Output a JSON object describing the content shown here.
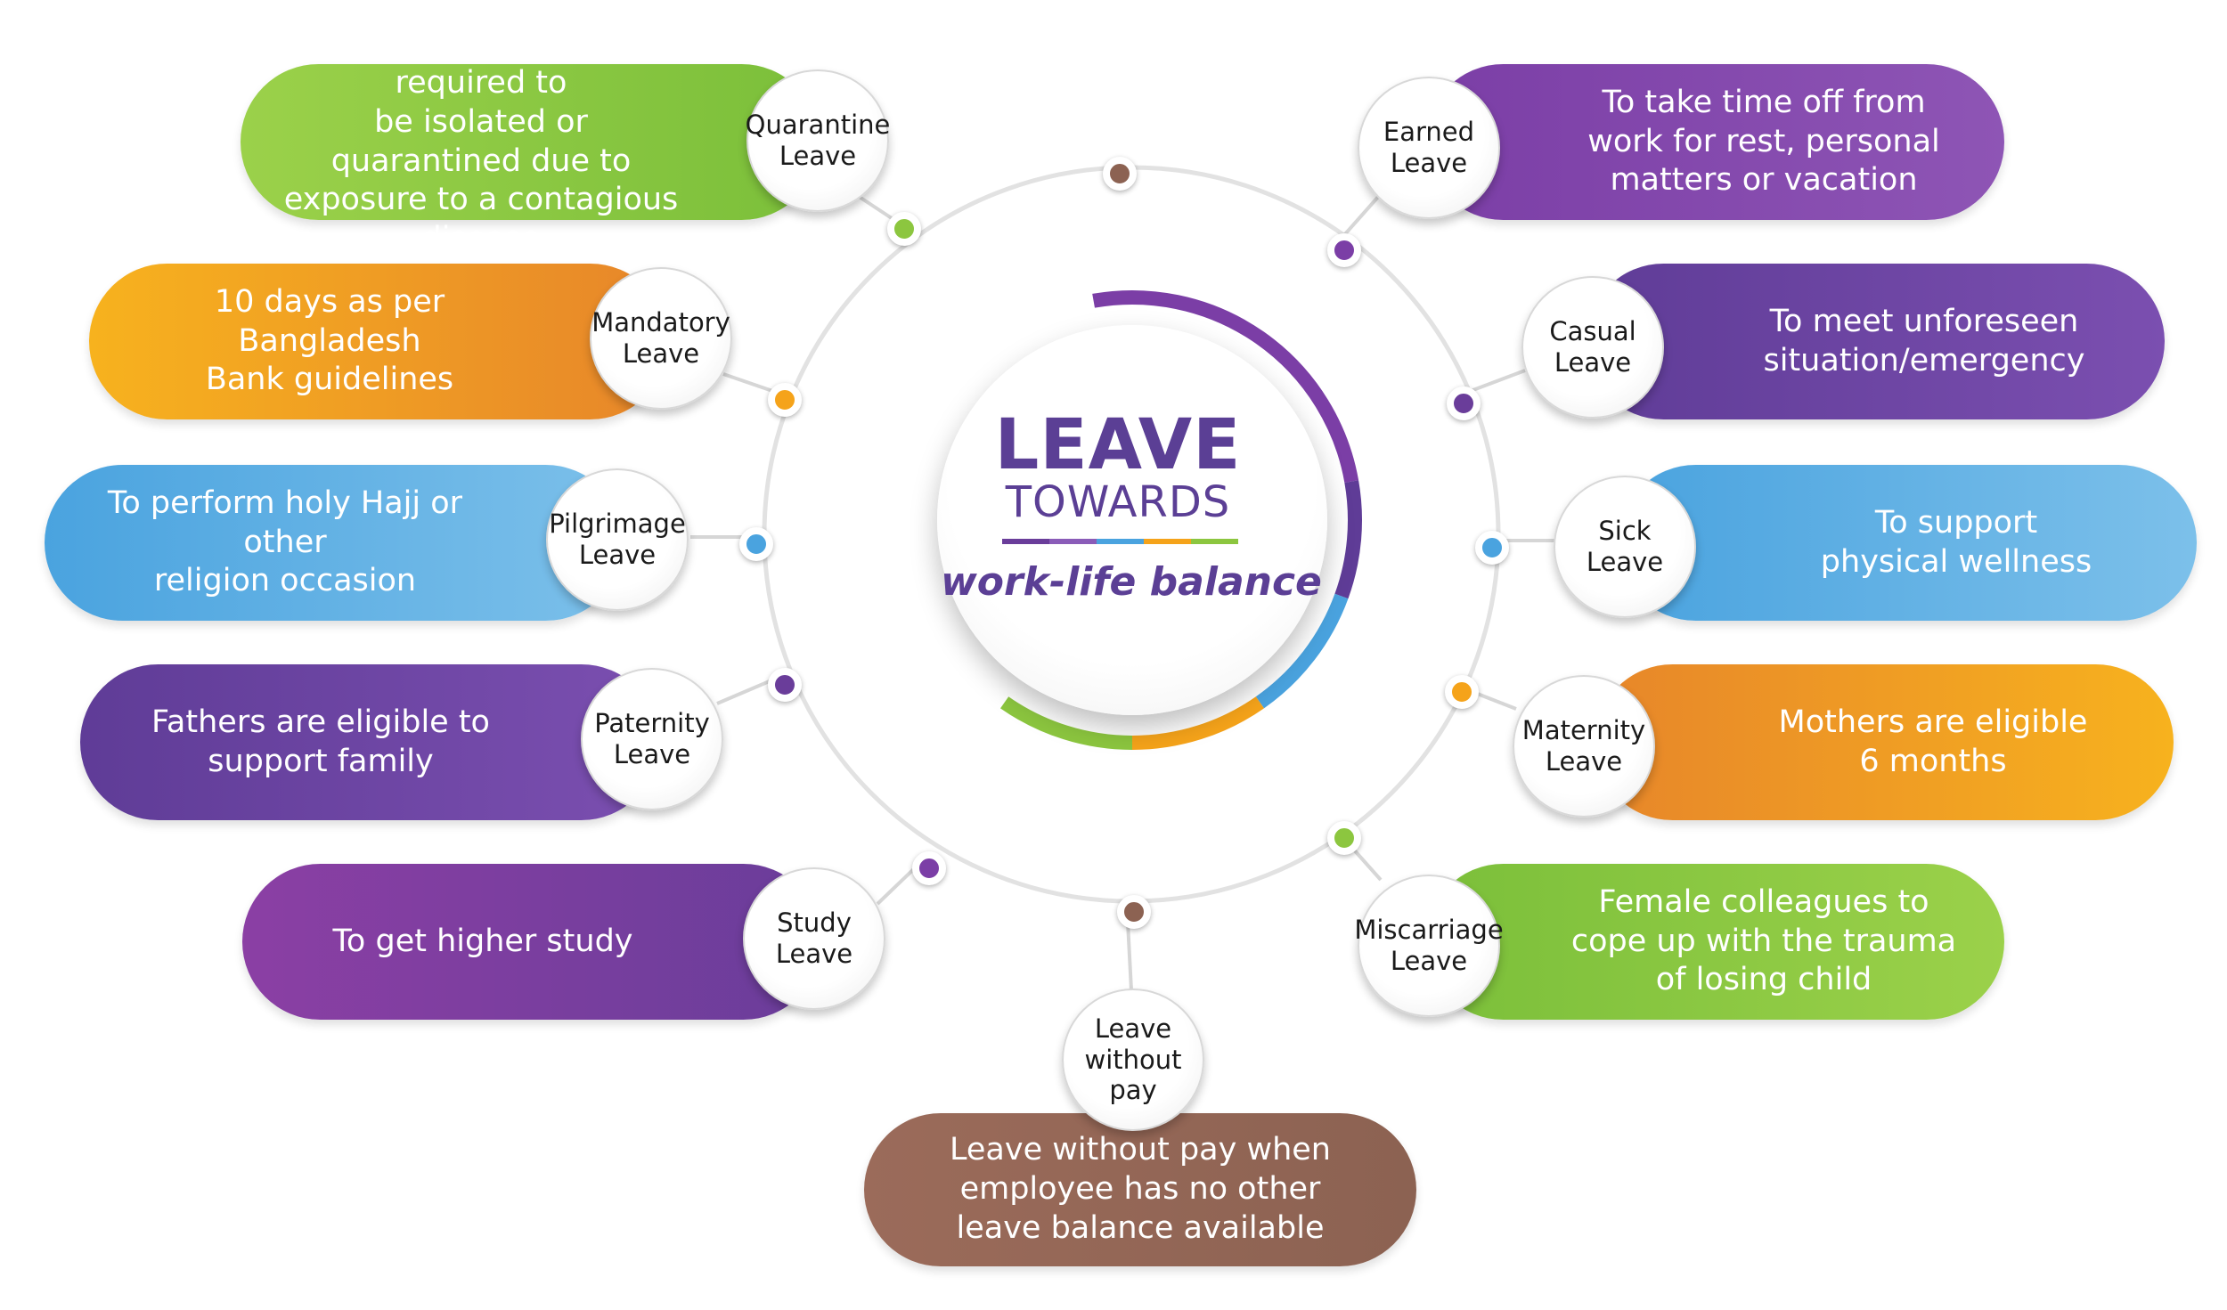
{
  "title": {
    "line1": "LEAVE",
    "line2": "TOWARDS",
    "tagline": "work-life balance"
  },
  "colors": {
    "green": "#8cc63f",
    "orange": "#f5a31a",
    "blue": "#4aa3df",
    "purple": "#6a3d9a",
    "brown": "#9b6b5a",
    "text_purple": "#5b3f95"
  },
  "leaves": [
    {
      "id": "quarantine",
      "name": "Quarantine\nLeave",
      "description": "When staff is officially required to\nbe isolated or quarantined due to\nexposure to a contagious disease",
      "color": "green"
    },
    {
      "id": "mandatory",
      "name": "Mandatory\nLeave",
      "description": "10 days as per Bangladesh\nBank guidelines",
      "color": "orange"
    },
    {
      "id": "pilgrimage",
      "name": "Pilgrimage\nLeave",
      "description": "To perform holy Hajj or other\nreligion occasion",
      "color": "blue"
    },
    {
      "id": "paternity",
      "name": "Paternity\nLeave",
      "description": "Fathers are eligible to\nsupport family",
      "color": "purple"
    },
    {
      "id": "study",
      "name": "Study\nLeave",
      "description": "To get higher study",
      "color": "purple"
    },
    {
      "id": "without-pay",
      "name": "Leave\nwithout\npay",
      "description": "Leave without pay when\nemployee has no other\nleave balance available",
      "color": "brown"
    },
    {
      "id": "earned",
      "name": "Earned\nLeave",
      "description": "To take time off from\nwork for rest, personal\nmatters or vacation",
      "color": "purple"
    },
    {
      "id": "casual",
      "name": "Casual\nLeave",
      "description": "To meet unforeseen\nsituation/emergency",
      "color": "purple"
    },
    {
      "id": "sick",
      "name": "Sick\nLeave",
      "description": "To support\nphysical wellness",
      "color": "blue"
    },
    {
      "id": "maternity",
      "name": "Maternity\nLeave",
      "description": "Mothers are eligible\n6 months",
      "color": "orange"
    },
    {
      "id": "miscarriage",
      "name": "Miscarriage\nLeave",
      "description": "Female colleagues to\ncope up with the trauma\nof losing child",
      "color": "green"
    }
  ]
}
